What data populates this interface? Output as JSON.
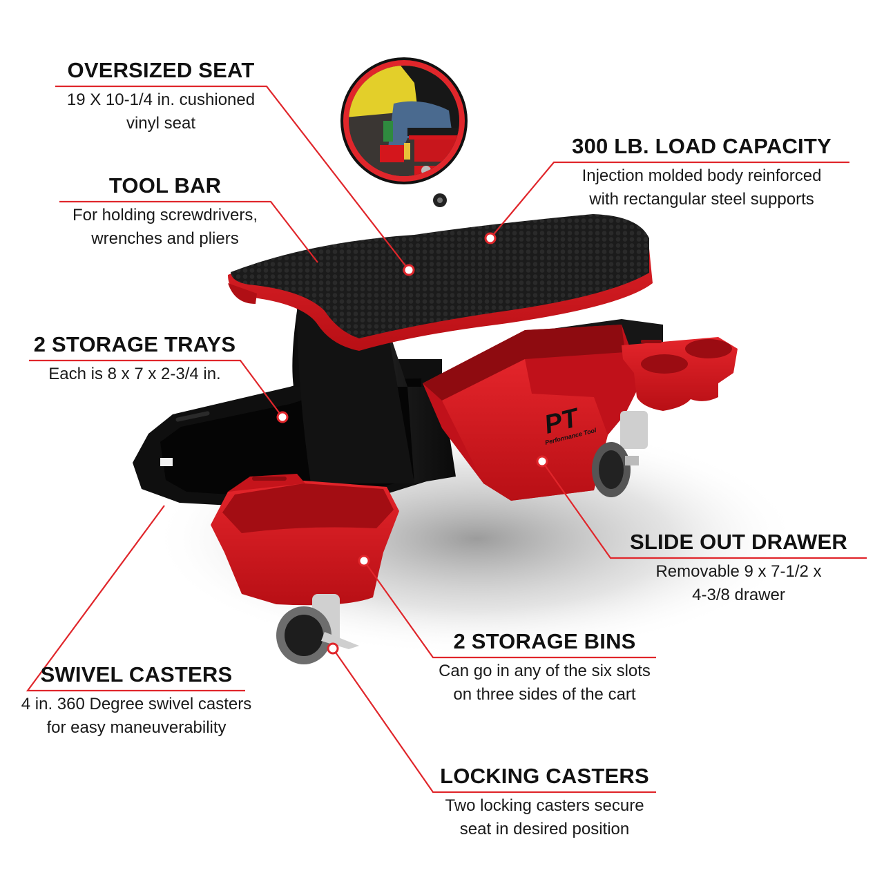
{
  "colors": {
    "accent_red": "#e0262b",
    "product_red": "#d4161c",
    "product_black": "#111111",
    "text": "#111111",
    "background": "#ffffff"
  },
  "inset_photo": {
    "description": "Person seated on creeper seat working on yellow car wheel",
    "border_color": "#e0262b"
  },
  "product": {
    "brand_logo": "PT",
    "brand_name": "Performance Tool"
  },
  "callouts": [
    {
      "id": "oversized-seat",
      "title": "OVERSIZED SEAT",
      "lines": [
        "19 X 10-1/4 in. cushioned",
        "vinyl seat"
      ]
    },
    {
      "id": "tool-bar",
      "title": "TOOL BAR",
      "lines": [
        "For holding screwdrivers,",
        "wrenches and pliers"
      ]
    },
    {
      "id": "load-capacity",
      "title": "300 LB. LOAD CAPACITY",
      "lines": [
        "Injection molded body reinforced",
        "with rectangular steel supports"
      ]
    },
    {
      "id": "storage-trays",
      "title": "2 STORAGE TRAYS",
      "lines": [
        "Each is 8 x 7 x 2-3/4 in."
      ]
    },
    {
      "id": "slide-out-drawer",
      "title": "SLIDE OUT DRAWER",
      "lines": [
        "Removable 9 x 7-1/2 x",
        "4-3/8 drawer"
      ]
    },
    {
      "id": "storage-bins",
      "title": "2 STORAGE BINS",
      "lines": [
        "Can go in any of the six slots",
        "on three sides of the cart"
      ]
    },
    {
      "id": "swivel-casters",
      "title": "SWIVEL CASTERS",
      "lines": [
        "4 in. 360 Degree swivel casters",
        "for easy maneuverability"
      ]
    },
    {
      "id": "locking-casters",
      "title": "LOCKING CASTERS",
      "lines": [
        "Two locking casters secure",
        "seat in desired position"
      ]
    }
  ]
}
